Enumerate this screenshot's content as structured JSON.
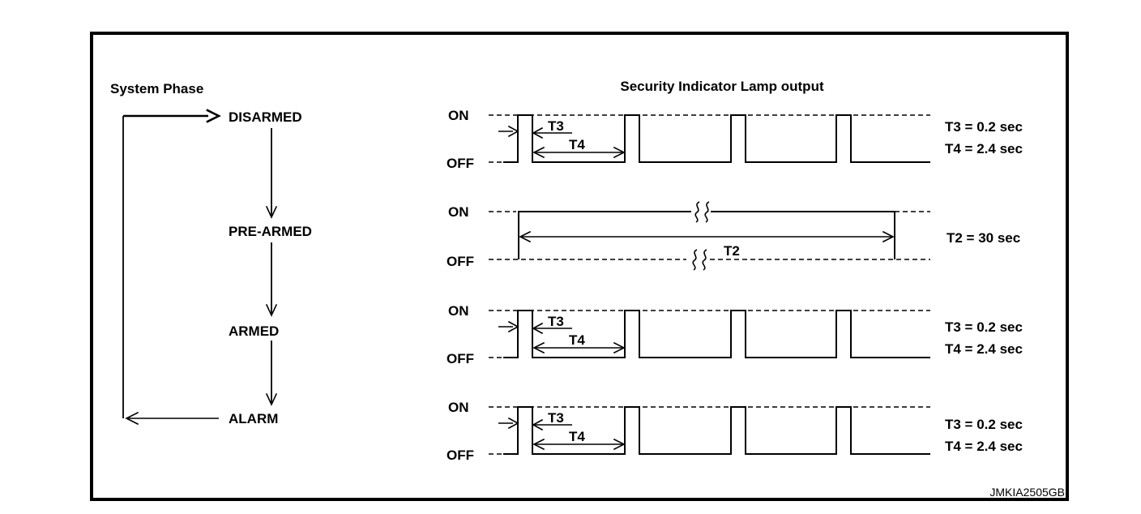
{
  "colors": {
    "ink": "#000000",
    "paper": "#ffffff"
  },
  "headers": {
    "system_phase": "System Phase",
    "lamp_output": "Security Indicator Lamp output"
  },
  "phases": {
    "disarmed": "DISARMED",
    "pre_armed": "PRE-ARMED",
    "armed": "ARMED",
    "alarm": "ALARM"
  },
  "rows": {
    "disarmed": {
      "on": "ON",
      "off": "OFF",
      "t3": "T3",
      "t4": "T4",
      "notes": {
        "t3": "T3 = 0.2 sec",
        "t4": "T4 = 2.4 sec"
      }
    },
    "pre_armed": {
      "on": "ON",
      "off": "OFF",
      "t2": "T2",
      "notes": {
        "t2": "T2 = 30 sec"
      }
    },
    "armed": {
      "on": "ON",
      "off": "OFF",
      "t3": "T3",
      "t4": "T4",
      "notes": {
        "t3": "T3 = 0.2 sec",
        "t4": "T4 = 2.4 sec"
      }
    },
    "alarm": {
      "on": "ON",
      "off": "OFF",
      "t3": "T3",
      "t4": "T4",
      "notes": {
        "t3": "T3 = 0.2 sec",
        "t4": "T4 = 2.4 sec"
      }
    }
  },
  "watermark": "JMKIA2505GB"
}
